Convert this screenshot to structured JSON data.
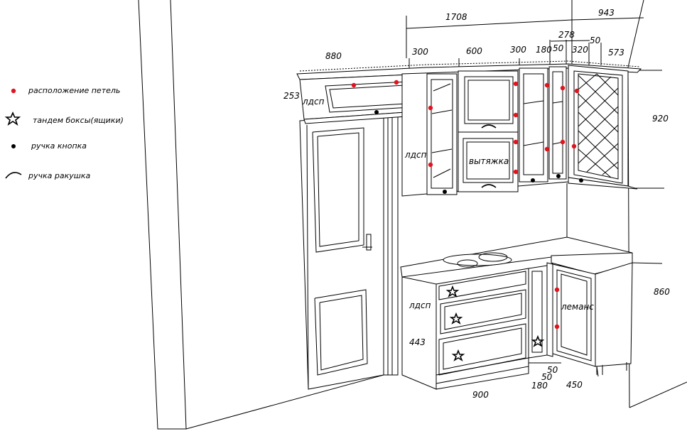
{
  "legend": {
    "hinges": "расположение петель",
    "tandem": "тандем боксы(ящики)",
    "knob": "ручка кнопка",
    "shell": "ручка ракушка"
  },
  "dimensions": {
    "top_total": "1708",
    "corner_total": "943",
    "d278": "278",
    "d50_top": "50",
    "d300_left": "300",
    "d600": "600",
    "d300_mid": "300",
    "d180": "180",
    "d50_a": "50",
    "d320": "320",
    "d573": "573",
    "d880": "880",
    "d253": "253",
    "d920": "920",
    "d860": "860",
    "d443": "443",
    "d900": "900",
    "d50_b": "50",
    "d50_c": "50",
    "d180_b": "180",
    "d450": "450"
  },
  "labels": {
    "ldsp_top": "лдсп",
    "ldsp_mid": "лдсп",
    "ldsp_low": "лдсп",
    "hood": "вытяжка",
    "lemans": "леманс"
  },
  "colors": {
    "hinge": "#e0141e",
    "line": "#000000",
    "background": "#ffffff"
  }
}
